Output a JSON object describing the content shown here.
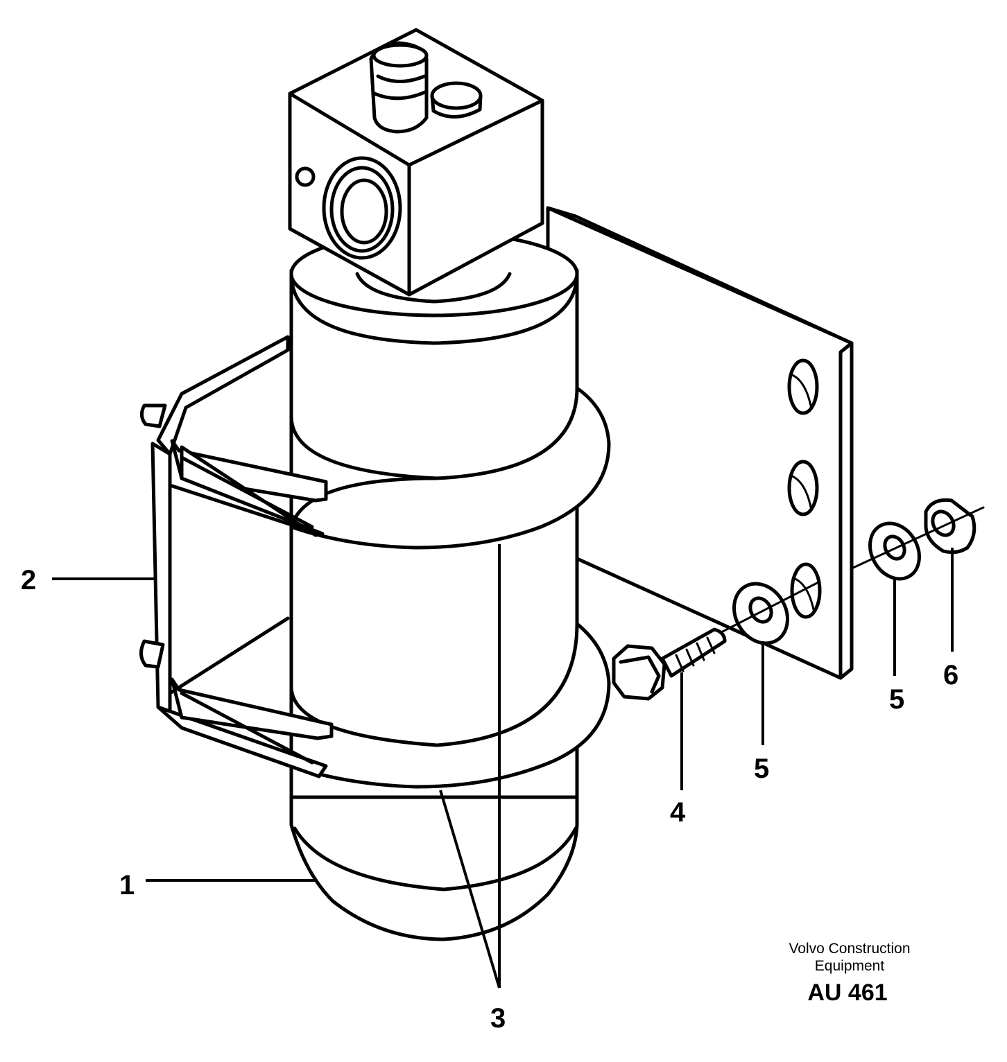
{
  "callouts": {
    "c1": "1",
    "c2": "2",
    "c3": "3",
    "c4": "4",
    "c5a": "5",
    "c5b": "5",
    "c6": "6"
  },
  "caption": {
    "line1": "Volvo Construction",
    "line2": "Equipment",
    "code": "AU 461"
  }
}
